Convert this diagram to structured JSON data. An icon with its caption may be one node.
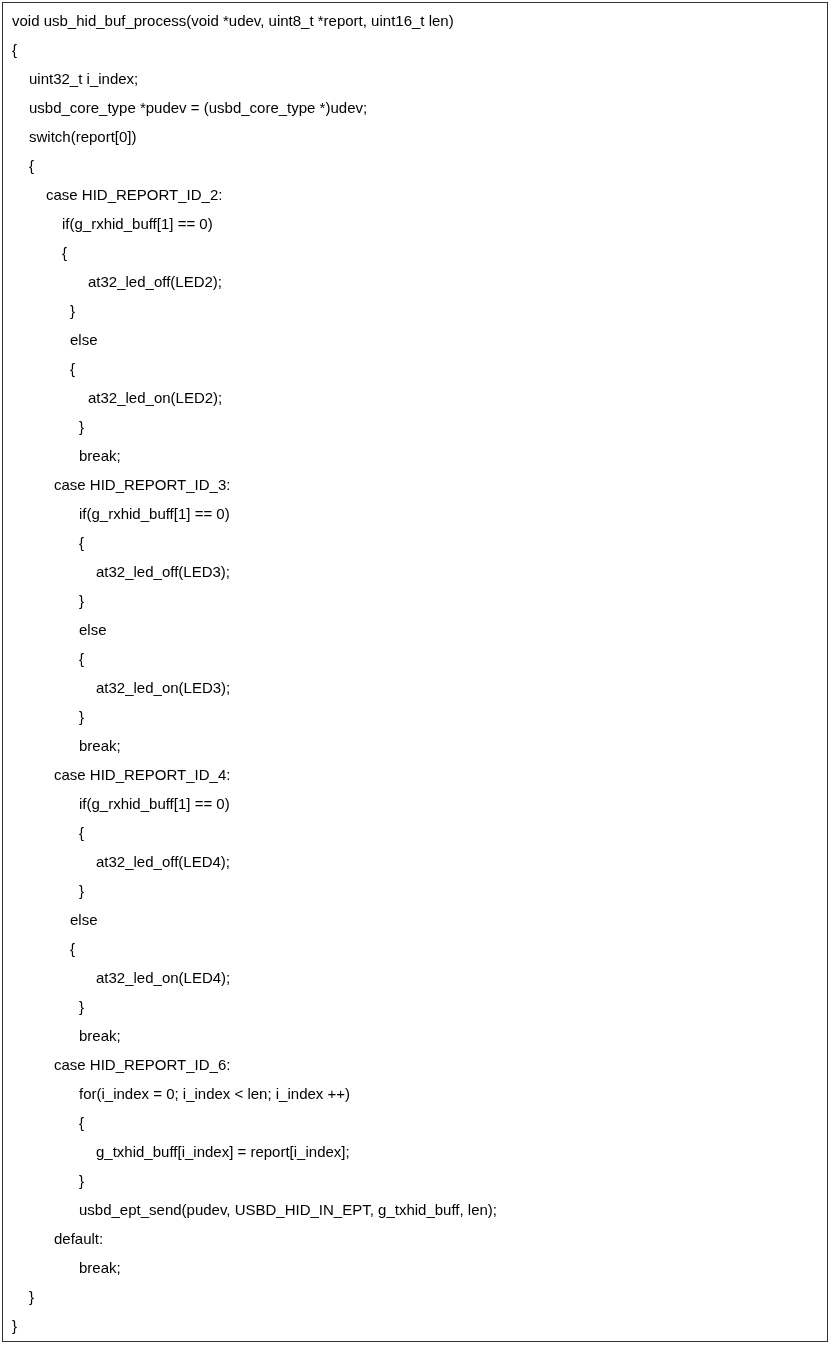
{
  "diagram": {
    "labels": [
      "void usb_hid_buf_process(void *udev, uint8_t *report, uint16_t len)",
      "{",
      "uint32_t i_index;",
      "usbd_core_type *pudev = (usbd_core_type *)udev;",
      "switch(report[0])",
      "{",
      "case HID_REPORT_ID_2:",
      "if(g_rxhid_buff[1] == 0)",
      "{",
      "at32_led_off(LED2);",
      "}",
      "else",
      "{",
      "at32_led_on(LED2);",
      "}",
      "break;",
      "case HID_REPORT_ID_3:",
      "if(g_rxhid_buff[1] == 0)",
      "{",
      "at32_led_off(LED3);",
      "}",
      "else",
      "{",
      "at32_led_on(LED3);",
      "}",
      "break;",
      "case HID_REPORT_ID_4:",
      "if(g_rxhid_buff[1] == 0)",
      "{",
      "at32_led_off(LED4);",
      "}",
      "else",
      "{",
      "at32_led_on(LED4);",
      "}",
      "break;",
      "case HID_REPORT_ID_6:",
      "for(i_index = 0; i_index < len; i_index ++)",
      "{",
      "g_txhid_buff[i_index] = report[i_index];",
      "}",
      "usbd_ept_send(pudev, USBD_HID_IN_EPT, g_txhid_buff, len);",
      "default:",
      "break;",
      "}",
      "}"
    ]
  }
}
